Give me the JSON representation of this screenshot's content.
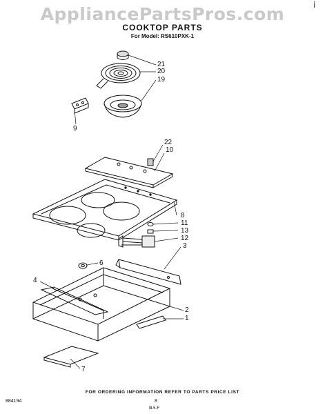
{
  "watermark": "AppliancePartsPros.com",
  "header": {
    "title": "COOKTOP PARTS",
    "model": "For Model: RS610PXK-1"
  },
  "callouts": [
    "21",
    "20",
    "19",
    "9",
    "22",
    "10",
    "8",
    "11",
    "13",
    "12",
    "3",
    "6",
    "4",
    "2",
    "1",
    "7"
  ],
  "footer": {
    "ordering_note": "FOR ORDERING INFORMATION REFER TO PARTS PRICE LIST",
    "doc_id": "884194",
    "page_number": "8",
    "page_mark": "Ⅲ-5-F"
  },
  "corner_mark": "ⅰ",
  "colors": {
    "ink": "#111111",
    "watermark": "#c9c9c9",
    "background": "#ffffff"
  }
}
